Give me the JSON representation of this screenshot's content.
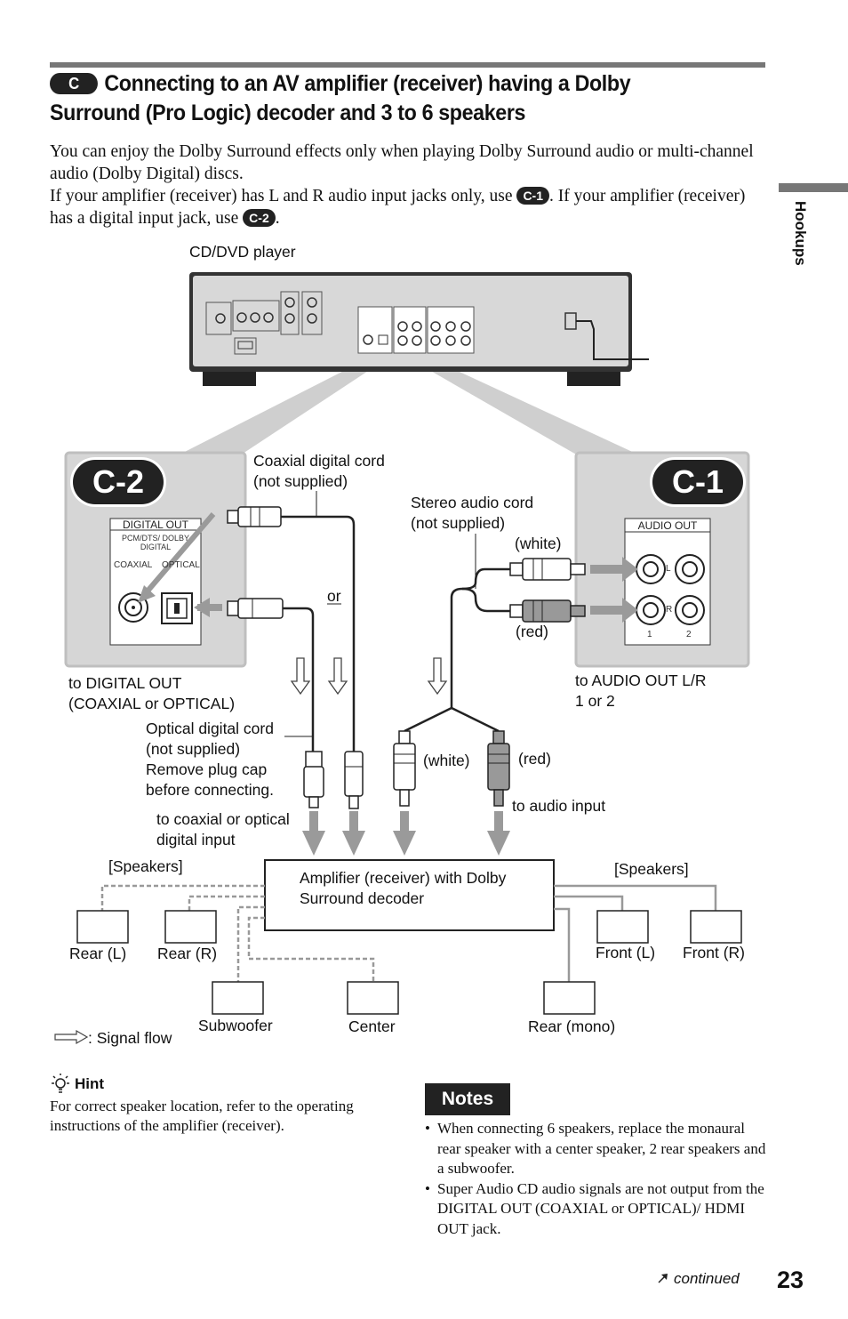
{
  "header": {
    "section_badge": "C",
    "title": "Connecting to an AV amplifier (receiver) having a Dolby Surround (Pro Logic) decoder and 3 to 6 speakers"
  },
  "intro": {
    "line1": "You can enjoy the Dolby Surround effects only when playing Dolby Surround audio or multi-channel audio (Dolby Digital) discs.",
    "line2_before": "If your amplifier (receiver) has L and R audio input jacks only, use",
    "badge_c1": "C-1",
    "line2_middle": ". If your amplifier (receiver) has a digital input jack, use",
    "badge_c2": "C-2",
    "line2_end": "."
  },
  "side_tab": {
    "label": "Hookups"
  },
  "diagram": {
    "player_label": "CD/DVD player",
    "panel_c2": {
      "badge": "C-2",
      "box_title": "DIGITAL OUT",
      "box_sub": "PCM/DTS/ DOLBY DIGITAL",
      "coaxial": "COAXIAL",
      "optical": "OPTICAL"
    },
    "panel_c1": {
      "badge": "C-1",
      "box_title": "AUDIO OUT",
      "jack_l": "L",
      "jack_r": "R",
      "num1": "1",
      "num2": "2"
    },
    "coax_cord": "Coaxial digital cord\n(not supplied)",
    "or": "or",
    "stereo_cord": "Stereo audio cord\n(not supplied)",
    "white_top": "(white)",
    "red_top": "(red)",
    "to_digital_out": "to DIGITAL OUT\n(COAXIAL or OPTICAL)",
    "to_audio_out": "to AUDIO OUT L/R\n1 or 2",
    "optical_cord": "Optical digital cord\n(not supplied)\nRemove plug cap\nbefore connecting.",
    "white_bottom": "(white)",
    "red_bottom": "(red)",
    "to_coax_optical": "to coaxial or optical\ndigital input",
    "to_audio_input": "to audio input",
    "speakers_left": "[Speakers]",
    "speakers_right": "[Speakers]",
    "amplifier": "Amplifier (receiver) with Dolby\nSurround decoder",
    "rear_l": "Rear (L)",
    "rear_r": "Rear (R)",
    "front_l": "Front (L)",
    "front_r": "Front (R)",
    "subwoofer": "Subwoofer",
    "center": "Center",
    "rear_mono": "Rear (mono)",
    "signal_flow": ": Signal flow"
  },
  "hint": {
    "heading": "Hint",
    "text": "For correct speaker location, refer to the operating instructions of the amplifier (receiver)."
  },
  "notes": {
    "heading": "Notes",
    "items": [
      "When connecting 6 speakers, replace the monaural rear speaker with a center speaker, 2 rear speakers and a subwoofer.",
      "Super Audio CD audio signals are not output from the DIGITAL OUT (COAXIAL or OPTICAL)/ HDMI OUT jack."
    ]
  },
  "footer": {
    "continued": "continued",
    "page_number": "23"
  }
}
